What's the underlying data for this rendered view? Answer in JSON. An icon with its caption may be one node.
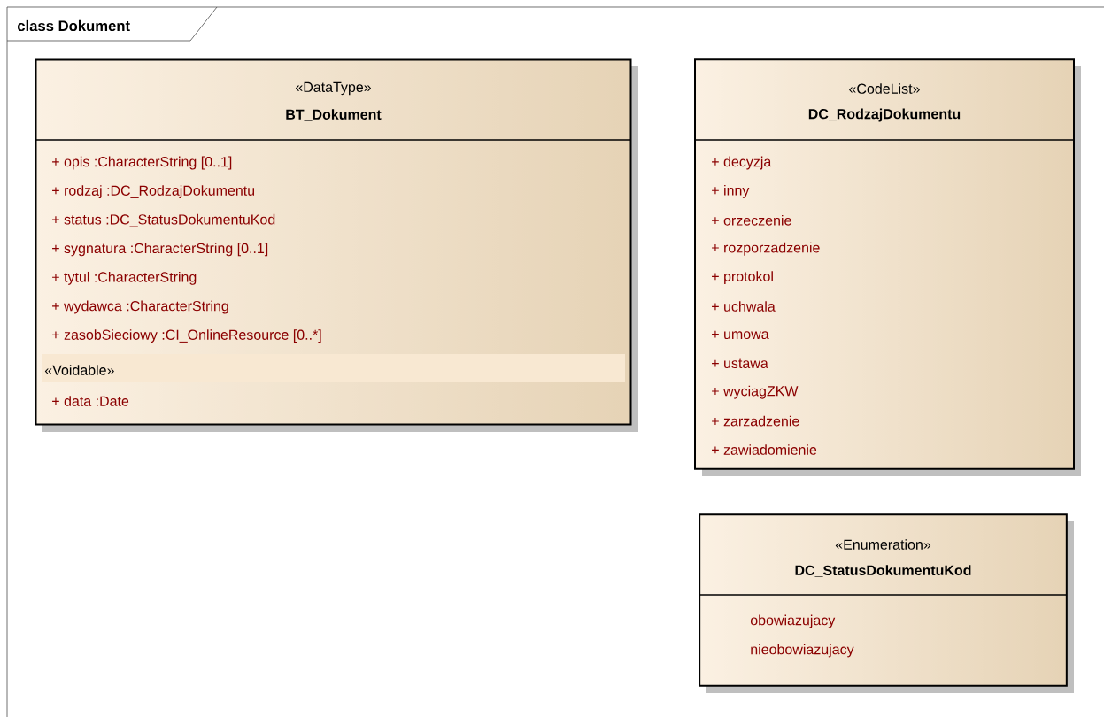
{
  "diagram": {
    "title": "class Dokument",
    "nodes": [
      {
        "text": [
          "«DataType»",
          "BT_Dokument",
          "+ opis :CharacterString [0..1]",
          "+ rodzaj :DC_RodzajDokumentu",
          "+ status :DC_StatusDokumentuKod",
          "+ sygnatura :CharacterString [0..1]",
          "+ tytul :CharacterString",
          "+ wydawca :CharacterString",
          "+ zasobSieciowy :CI_OnlineResource [0..*]",
          "«Voidable»",
          "+ data :Date"
        ]
      },
      {
        "text": [
          "«CodeList»",
          "DC_RodzajDokumentu",
          "+ decyzja",
          "+ inny",
          "+ orzeczenie",
          "+ rozporzadzenie",
          "+ protokol",
          "+ uchwala",
          "+ umowa",
          "+ ustawa",
          "+ wyciagZKW",
          "+ zarzadzenie",
          "+ zawiadomienie"
        ]
      },
      {
        "text": [
          "«Enumeration»",
          "DC_StatusDokumentuKod",
          "obowiazujacy",
          "nieobowiazujacy"
        ]
      }
    ]
  }
}
